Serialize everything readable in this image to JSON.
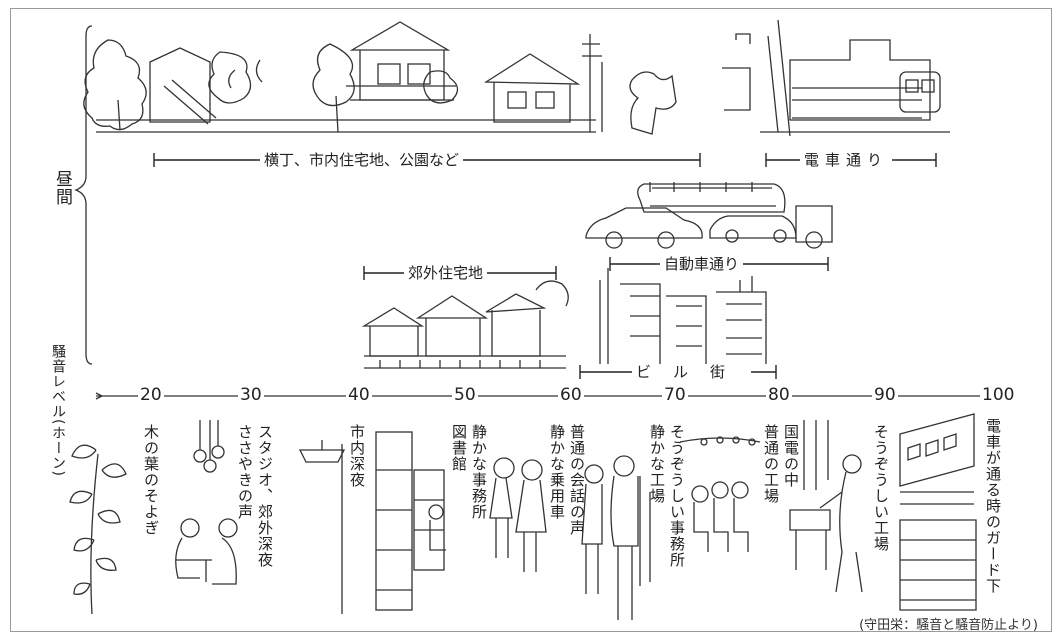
{
  "daytime": "昼間",
  "axis_title": "騒音レベル(ホーン)",
  "scale": [
    "20",
    "30",
    "40",
    "50",
    "60",
    "70",
    "80",
    "90",
    "100"
  ],
  "top_ranges": {
    "side_street": "横丁、市内住宅地、公園など",
    "train_street": "電車通り",
    "car_street": "自動車通り",
    "suburb": "郊外住宅地",
    "buildings": "ビル街"
  },
  "levels": [
    "木の葉のそよぎ",
    "スタジオ、郊外深夜",
    "ささやきの声",
    "市内深夜",
    "静かな事務所",
    "図書館",
    "普通の会話の声",
    "静かな乗用車",
    "そうぞうしい事務所",
    "静かな工場",
    "国電の中",
    "普通の工場",
    "そうぞうしい工場",
    "電車が通る時のガード下"
  ],
  "source": "(守田栄：騒音と騒音防止より)"
}
